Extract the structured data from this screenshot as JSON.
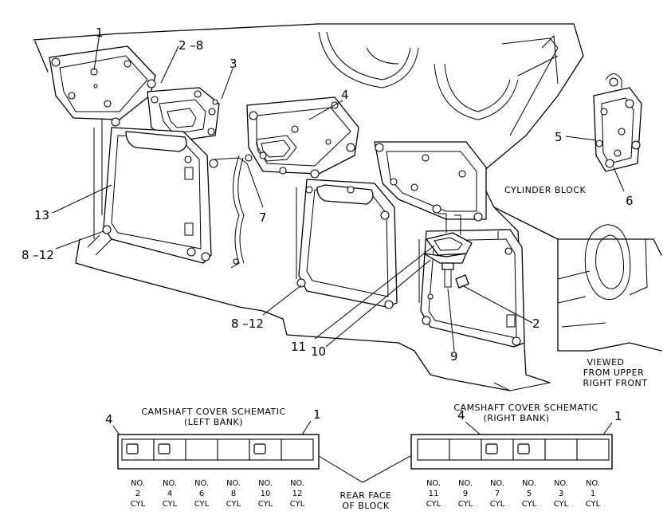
{
  "labels": {
    "l1": "1",
    "l2_8": "2 –8",
    "l3": "3",
    "l4": "4",
    "l5": "5",
    "l6": "6",
    "l7": "7",
    "l13": "13",
    "l8_12a": "8 –12",
    "l8_12b": "8 –12",
    "l11": "11",
    "l10": "10",
    "l9": "9",
    "l2": "2"
  },
  "captions": {
    "cylinder_block": "CYLINDER BLOCK",
    "viewed": [
      "VIEWED",
      "FROM UPPER",
      "RIGHT FRONT"
    ],
    "rear_face": [
      "REAR FACE",
      "OF BLOCK"
    ]
  },
  "left_schematic": {
    "title": [
      "CAMSHAFT COVER SCHEMATIC",
      "(LEFT BANK)"
    ],
    "label_left": "4",
    "label_right": "1",
    "cells": [
      {
        "no": "NO.",
        "num": "2",
        "cyl": "CYL",
        "window": true
      },
      {
        "no": "NO.",
        "num": "4",
        "cyl": "CYL",
        "window": true
      },
      {
        "no": "NO.",
        "num": "6",
        "cyl": "CYL",
        "window": false
      },
      {
        "no": "NO.",
        "num": "8",
        "cyl": "CYL",
        "window": false
      },
      {
        "no": "NO.",
        "num": "10",
        "cyl": "CYL",
        "window": true
      },
      {
        "no": "NO.",
        "num": "12",
        "cyl": "CYL",
        "window": false
      }
    ]
  },
  "right_schematic": {
    "title": [
      "CAMSHAFT COVER SCHEMATIC",
      "(RIGHT BANK)"
    ],
    "label_left": "4",
    "label_right": "1",
    "cells": [
      {
        "no": "NO.",
        "num": "11",
        "cyl": "CYL",
        "window": false
      },
      {
        "no": "NO.",
        "num": "9",
        "cyl": "CYL",
        "window": false
      },
      {
        "no": "NO.",
        "num": "7",
        "cyl": "CYL",
        "window": true
      },
      {
        "no": "NO.",
        "num": "5",
        "cyl": "CYL",
        "window": true
      },
      {
        "no": "NO.",
        "num": "3",
        "cyl": "CYL",
        "window": false
      },
      {
        "no": "NO.",
        "num": "1",
        "cyl": "CYL",
        "window": false
      }
    ]
  }
}
